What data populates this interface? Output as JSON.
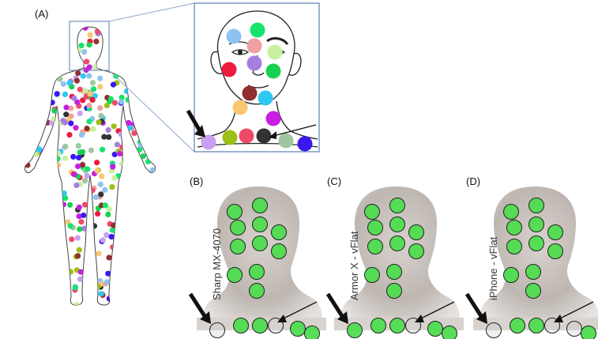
{
  "panels": {
    "a": {
      "label": "(A)"
    },
    "b": {
      "label": "(B)",
      "device": "Sharp MX-4070"
    },
    "c": {
      "label": "(C)",
      "device": "Armor X - vFlat"
    },
    "d": {
      "label": "(D)",
      "device": "iPhone - vFlat"
    }
  },
  "colors": {
    "detected_fill": "#4fdc4f",
    "missed_fill": "#cfcfcf",
    "outline": "#222222",
    "inset_border": "#5b7fb0",
    "arrow": "#111111"
  },
  "inset_markers": [
    "#8ec3f0",
    "#17e26c",
    "#f0a0a0",
    "#c7f0a0",
    "#ee1b3c",
    "#a67de0",
    "#18d04f",
    "#8f2f2f",
    "#2ec8f0",
    "#f7c870",
    "#c61fe0",
    "#c7a0f0",
    "#9bbf14",
    "#f04a6a",
    "#333333",
    "#9fc79f",
    "#3a18f0"
  ],
  "detection": {
    "b": [
      true,
      true,
      true,
      true,
      true,
      true,
      true,
      true,
      true,
      true,
      true,
      false,
      true,
      true,
      false,
      true,
      true
    ],
    "c": [
      true,
      true,
      true,
      true,
      true,
      true,
      true,
      true,
      true,
      true,
      true,
      true,
      true,
      true,
      false,
      true,
      true
    ],
    "d": [
      true,
      true,
      true,
      true,
      true,
      true,
      true,
      true,
      true,
      true,
      true,
      false,
      true,
      true,
      false,
      false,
      true
    ]
  }
}
